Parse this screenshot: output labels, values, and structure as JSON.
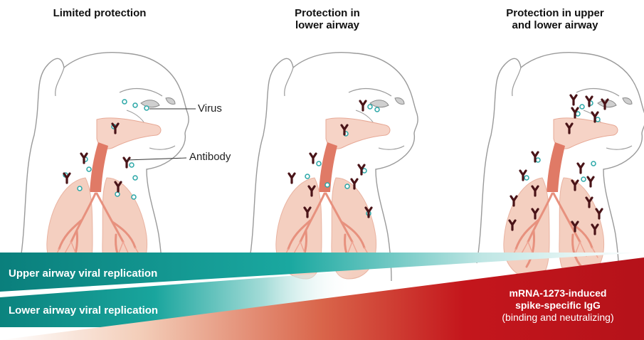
{
  "panels": [
    {
      "title": "Limited protection"
    },
    {
      "title": "Protection in\nlower airway"
    },
    {
      "title": "Protection in upper\nand lower airway"
    }
  ],
  "labels": {
    "virus": "Virus",
    "antibody": "Antibody"
  },
  "bars": {
    "upper": "Upper airway viral replication",
    "lower": "Lower airway viral replication",
    "igg_line1": "mRNA-1273-induced",
    "igg_line2": "spike-specific IgG",
    "igg_line3": "(binding and neutralizing)"
  },
  "colors": {
    "teal": "#0f8f88",
    "red": "#c4161c",
    "lung": "#f4cfc0",
    "airway": "#e07a66",
    "antibody": "#4a1418",
    "virus": "#3bb4b4"
  }
}
